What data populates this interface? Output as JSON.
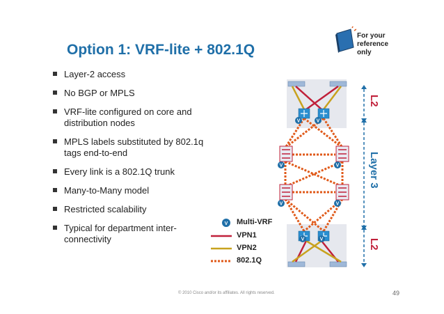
{
  "title": "Option 1: VRF-lite + 802.1Q",
  "bullets": [
    "Layer-2 access",
    "No BGP or MPLS",
    "VRF-lite configured on core and distribution nodes",
    "MPLS labels substituted by 802.1q tags end-to-end",
    "Every link is a 802.1Q trunk",
    "Many-to-Many model",
    "Restricted scalability",
    "Typical for department inter-connectivity"
  ],
  "reference_note": [
    "For your",
    "reference",
    "only"
  ],
  "legend": {
    "multi_vrf": "Multi-VRF",
    "vpn1": "VPN1",
    "vpn2": "VPN2",
    "dot1q": "802.1Q",
    "vrf_badge": "V"
  },
  "side_labels": {
    "l2_top": "L2",
    "layer3": "Layer 3",
    "l2_bottom": "L2"
  },
  "colors": {
    "title": "#1f6fa8",
    "vpn1": "#c0203a",
    "vpn2": "#c8a21e",
    "dot1q": "#e05a1a",
    "accent_blue": "#1f6fa8"
  },
  "footer": "© 2010 Cisco and/or its affiliates. All rights reserved.",
  "page_number": "49"
}
